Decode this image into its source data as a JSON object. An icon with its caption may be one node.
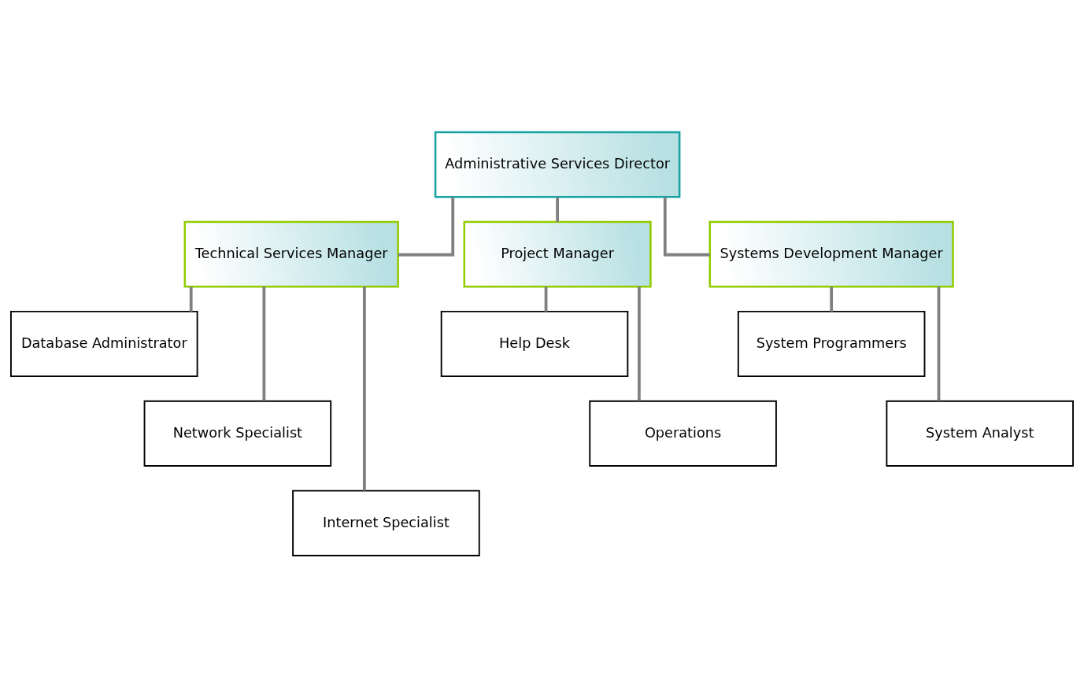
{
  "diagram": {
    "nodes": [
      {
        "text": [
          "Administrative Services Director"
        ]
      },
      {
        "text": [
          "Technical Services Manager"
        ]
      },
      {
        "text": [
          "Project Manager"
        ]
      },
      {
        "text": [
          "Systems Development Manager"
        ]
      },
      {
        "text": [
          "Database Administrator"
        ]
      },
      {
        "text": [
          "Network Specialist"
        ]
      },
      {
        "text": [
          "Internet Specialist"
        ]
      },
      {
        "text": [
          "Help Desk"
        ]
      },
      {
        "text": [
          "Operations"
        ]
      },
      {
        "text": [
          "System Programmers"
        ]
      },
      {
        "text": [
          "System Analyst"
        ]
      }
    ],
    "edges": [
      {
        "from": 0,
        "to": 1,
        "arrow": "none"
      },
      {
        "from": 0,
        "to": 2,
        "arrow": "none"
      },
      {
        "from": 0,
        "to": 3,
        "arrow": "none"
      },
      {
        "from": 1,
        "to": 4,
        "arrow": "none"
      },
      {
        "from": 1,
        "to": 5,
        "arrow": "none"
      },
      {
        "from": 1,
        "to": 6,
        "arrow": "none"
      },
      {
        "from": 2,
        "to": 7,
        "arrow": "none"
      },
      {
        "from": 2,
        "to": 8,
        "arrow": "none"
      },
      {
        "from": 3,
        "to": 9,
        "arrow": "none"
      },
      {
        "from": 3,
        "to": 10,
        "arrow": "none"
      }
    ]
  }
}
